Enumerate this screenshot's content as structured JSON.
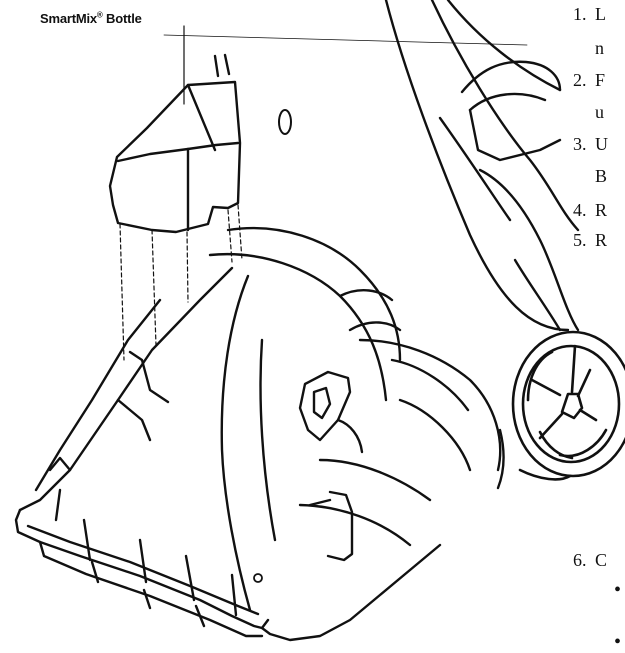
{
  "callout": {
    "label": "SmartMix",
    "mark": "®",
    "suffix": " Bottle"
  },
  "steps": [
    {
      "num": "1.",
      "text": "L",
      "cont": "n"
    },
    {
      "num": "2.",
      "text": "F",
      "cont": "u"
    },
    {
      "num": "3.",
      "text": "U",
      "cont": "B"
    },
    {
      "num": "4.",
      "text": "R"
    },
    {
      "num": "5.",
      "text": "R"
    },
    {
      "num": "6.",
      "text": "C"
    }
  ],
  "bullets": [
    "•",
    "•"
  ],
  "illustration": {
    "subject": "upright-carpet-cleaner-base-with-bottle",
    "line_color": "#111111"
  }
}
